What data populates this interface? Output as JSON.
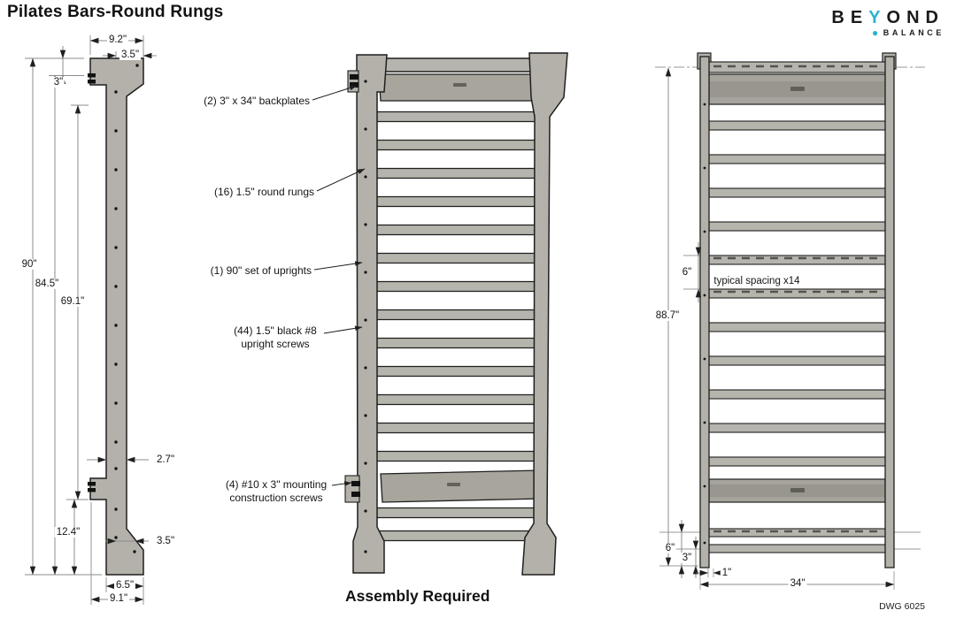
{
  "title": "Pilates Bars-Round Rungs",
  "logo": {
    "brand_pre": "BE",
    "brand_accent": "Y",
    "brand_post": "OND",
    "brand_sub": "BALANCE",
    "dot": "●",
    "accent_color": "#29b4ca"
  },
  "callouts": [
    {
      "label": "(2) 3\" x 34\" backplates"
    },
    {
      "label": "(16) 1.5\" round rungs"
    },
    {
      "label": "(1) 90\" set of uprights"
    },
    {
      "label": "(44) 1.5\" black #8\nupright screws"
    },
    {
      "label": "(4) #10 x 3\" mounting\nconstruction screws"
    }
  ],
  "dims_side": {
    "top_width": "9.2\"",
    "top_inset": "3.5\"",
    "top_height": "3\"",
    "overall_height": "90\"",
    "inner_height": "84.5\"",
    "rung_span_height": "69.1\"",
    "bar_depth": "2.7\"",
    "bottom_height": "12.4\"",
    "bottom_inset": "3.5\"",
    "foot_width": "6.5\"",
    "foot_overall_width": "9.1\""
  },
  "dims_front": {
    "rung_spacing": "6\"",
    "spacing_note": "typical spacing x14",
    "overall_height": "88.7\"",
    "second_rung_height": "6\"",
    "first_rung_height": "3\"",
    "upright_width": "1\"",
    "overall_width": "34\""
  },
  "footer": {
    "assembly_note": "Assembly Required",
    "drawing_number": "DWG 6025"
  },
  "colors": {
    "part_gray": "#b3b1a9",
    "backplate_gray": "#a09e96",
    "outline": "#1f1f1f",
    "dim_line": "#8c8c8c",
    "accent_teal": "#29b4ca"
  }
}
